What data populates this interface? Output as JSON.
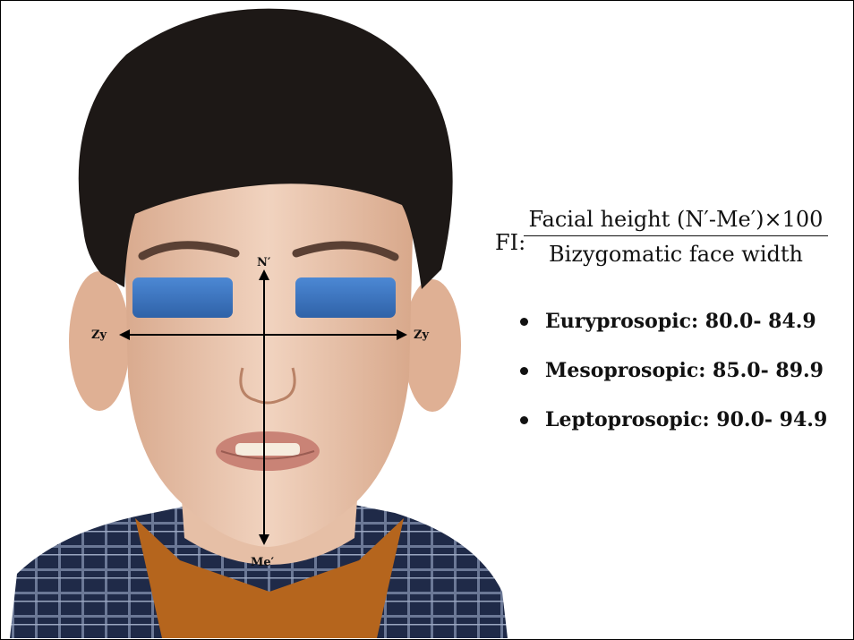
{
  "landmarks": {
    "nasion": "N′",
    "menton": "Me′",
    "zygion_left": "Zy",
    "zygion_right": "Zy"
  },
  "formula": {
    "label": "FI:",
    "numerator": "Facial height (N′-Me′)×100",
    "denominator": "Bizygomatic face width"
  },
  "categories": [
    {
      "label": "Euryprosopic: 80.0- 84.9"
    },
    {
      "label": "Mesoprosopic: 85.0- 89.9"
    },
    {
      "label": "Leptoprosopic: 90.0- 94.9"
    }
  ],
  "colors": {
    "eye_masks": "#3c77c2",
    "skin": "#e9c4ac",
    "hair": "#1d1816",
    "shirt": "#1f2a48",
    "lines": "#000000"
  }
}
